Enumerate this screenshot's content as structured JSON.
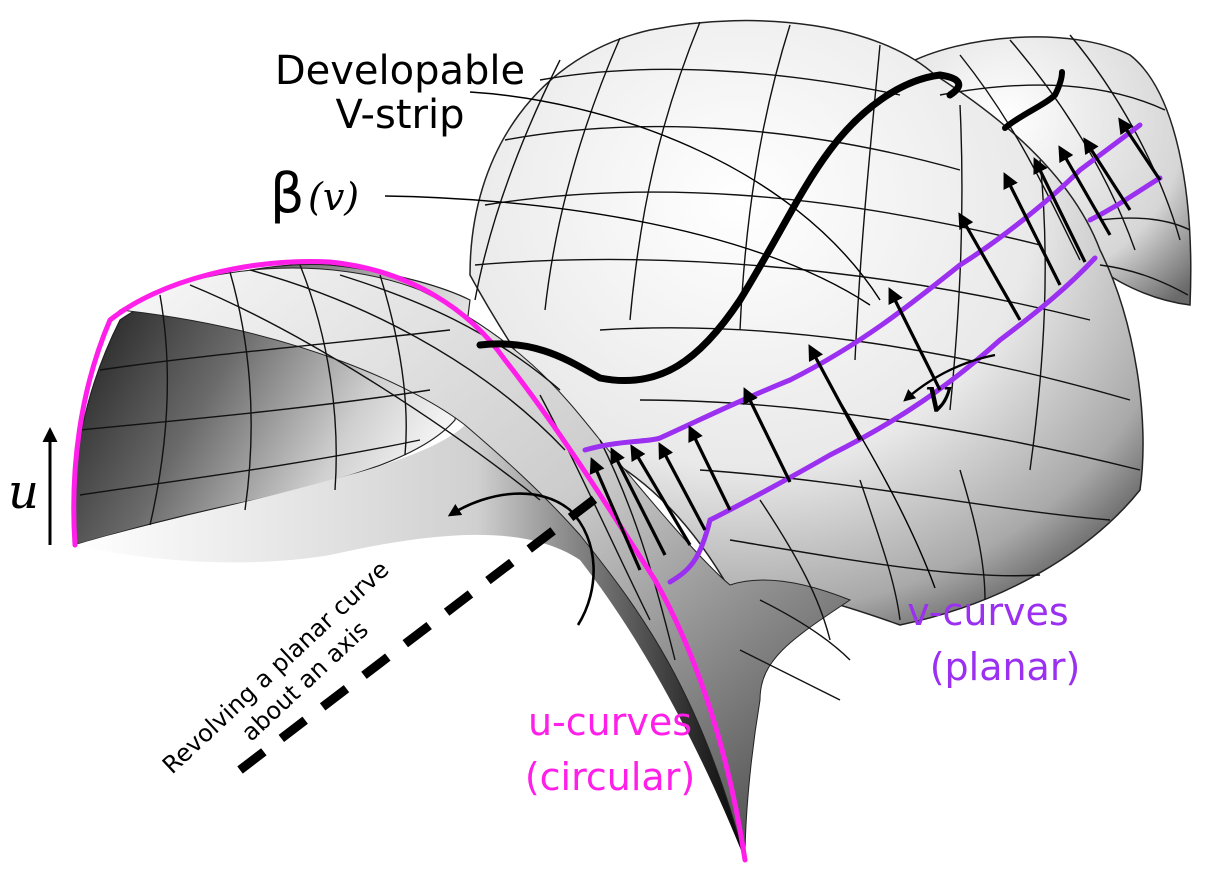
{
  "labels": {
    "title_line1": "Developable",
    "title_line2": "V-strip",
    "beta_symbol": "β",
    "beta_arg": "(v)",
    "u_axis": "u",
    "v_axis": "v",
    "v_curves_line1": "v-curves",
    "v_curves_line2": "(planar)",
    "u_curves_line1": "u-curves",
    "u_curves_line2": "(circular)",
    "revolve_line1": "Revolving a planar curve",
    "revolve_line2": "about an axis"
  },
  "colors": {
    "u_curves": "#ff1fe8",
    "v_curves": "#9b30f0",
    "ink": "#000000",
    "surface_light": "#ffffff",
    "surface_dark": "#151515"
  }
}
